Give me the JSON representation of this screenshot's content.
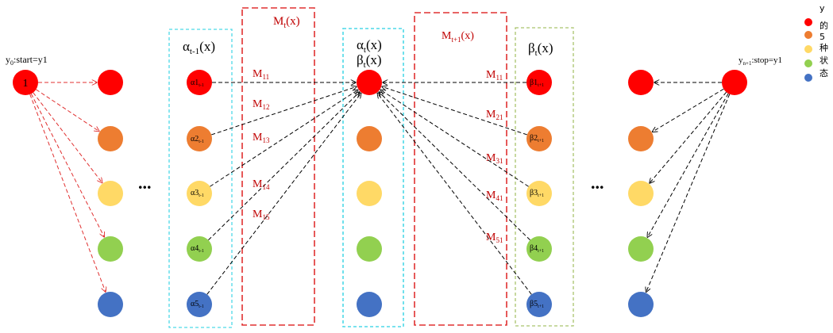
{
  "colors": {
    "red": "#ff0000",
    "orange": "#ed7d31",
    "yellow": "#ffd966",
    "green": "#92d050",
    "blue": "#4472c4",
    "box_cyan": "#4dd9e8",
    "box_red": "#e03030",
    "box_olive": "#a9c46c",
    "edge_red": "#e03030",
    "edge_black": "#000000"
  },
  "legend": [
    "y",
    "的",
    "5",
    "种",
    "状",
    "态"
  ],
  "start_label": {
    "main": "y",
    "sub": "0",
    "rest": ":start=y1"
  },
  "stop_label": {
    "main": "y",
    "sub": "n+1",
    "rest": ":stop=y1"
  },
  "start_node_text": "1",
  "ellipsis": "...",
  "boxes": {
    "alpha_prev": {
      "pre": "α",
      "sub": "t-1",
      "post": "(x)"
    },
    "m_t": {
      "pre": "M",
      "sub": "t",
      "post": "(x)"
    },
    "alpha_t": {
      "pre": "α",
      "sub": "t",
      "post": "(x)"
    },
    "beta_t_center": {
      "pre": "β",
      "sub": "t",
      "post": "(x)"
    },
    "m_t1": {
      "pre": "M",
      "sub": "t+1",
      "post": "(x)"
    },
    "beta_t": {
      "pre": "β",
      "sub": "t",
      "post": "(x)"
    }
  },
  "alpha_nodes": [
    {
      "pre": "α1",
      "sub": "t-1"
    },
    {
      "pre": "α2",
      "sub": "t-1"
    },
    {
      "pre": "α3",
      "sub": "t-1"
    },
    {
      "pre": "α4",
      "sub": "t-1"
    },
    {
      "pre": "α5",
      "sub": "t-1"
    }
  ],
  "beta_nodes": [
    {
      "pre": "β1",
      "sub": "t+1"
    },
    {
      "pre": "β2",
      "sub": "t+1"
    },
    {
      "pre": "β3",
      "sub": "t+1"
    },
    {
      "pre": "β4",
      "sub": "t+1"
    },
    {
      "pre": "β5",
      "sub": "t+1"
    }
  ],
  "m_left": [
    {
      "pre": "M",
      "sub": "11"
    },
    {
      "pre": "M",
      "sub": "12"
    },
    {
      "pre": "M",
      "sub": "13"
    },
    {
      "pre": "M",
      "sub": "14"
    },
    {
      "pre": "M",
      "sub": "15"
    }
  ],
  "m_right": [
    {
      "pre": "M",
      "sub": "11"
    },
    {
      "pre": "M",
      "sub": "21"
    },
    {
      "pre": "M",
      "sub": "31"
    },
    {
      "pre": "M",
      "sub": "41"
    },
    {
      "pre": "M",
      "sub": "51"
    }
  ]
}
